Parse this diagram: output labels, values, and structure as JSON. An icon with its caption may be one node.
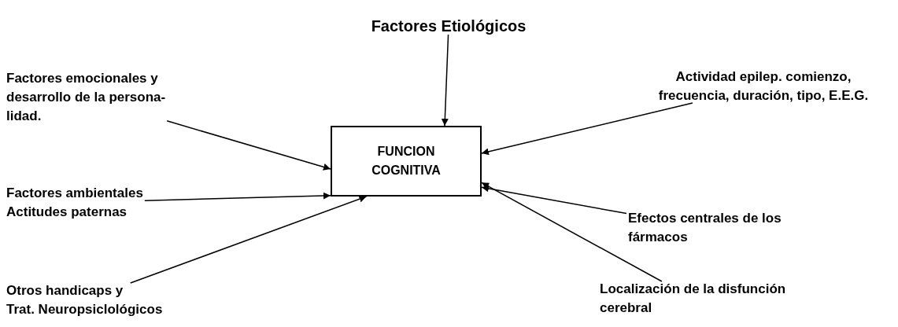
{
  "diagram": {
    "nodes": [
      {
        "text": [
          "FUNCION COGNITIVA"
        ]
      },
      {
        "text": [
          "Factores Etiológicos"
        ]
      },
      {
        "text": [
          "Factores emocionales y desarrollo de la persona-lidad."
        ]
      },
      {
        "text": [
          "Actividad epilep. comienzo, frecuencia, duración, tipo, E.E.G."
        ]
      },
      {
        "text": [
          "Factores ambientales",
          "Actitudes paternas"
        ]
      },
      {
        "text": [
          "Efectos centrales de los fármacos"
        ]
      },
      {
        "text": [
          "Otros handicaps y",
          "Trat. Neuropsiclológicos"
        ]
      },
      {
        "text": [
          "Localización de la disfunción cerebral"
        ]
      }
    ],
    "edges": [
      {
        "from": 1,
        "to": 0,
        "arrow": "to"
      },
      {
        "from": 2,
        "to": 0,
        "arrow": "to"
      },
      {
        "from": 3,
        "to": 0,
        "arrow": "to"
      },
      {
        "from": 4,
        "to": 0,
        "arrow": "to"
      },
      {
        "from": 5,
        "to": 0,
        "arrow": "to"
      },
      {
        "from": 6,
        "to": 0,
        "arrow": "to"
      },
      {
        "from": 7,
        "to": 0,
        "arrow": "to"
      }
    ]
  }
}
